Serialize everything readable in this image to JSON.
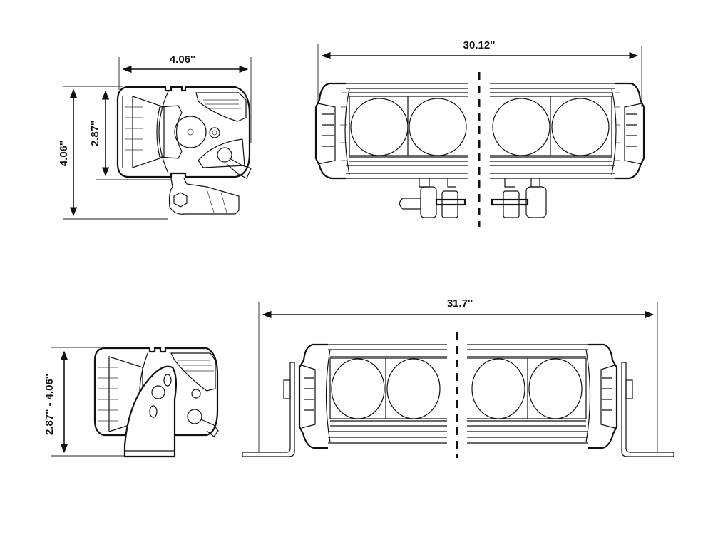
{
  "dimensions": {
    "side_top_width": "4.06''",
    "side_top_body_height": "2.87''",
    "side_top_total_height": "4.06''",
    "front_top_width": "30.12''",
    "front_bottom_width": "31.7''",
    "side_bottom_height_range": "2.87'' - 4.06''"
  },
  "colors": {
    "line": "#111111",
    "background": "#ffffff"
  }
}
